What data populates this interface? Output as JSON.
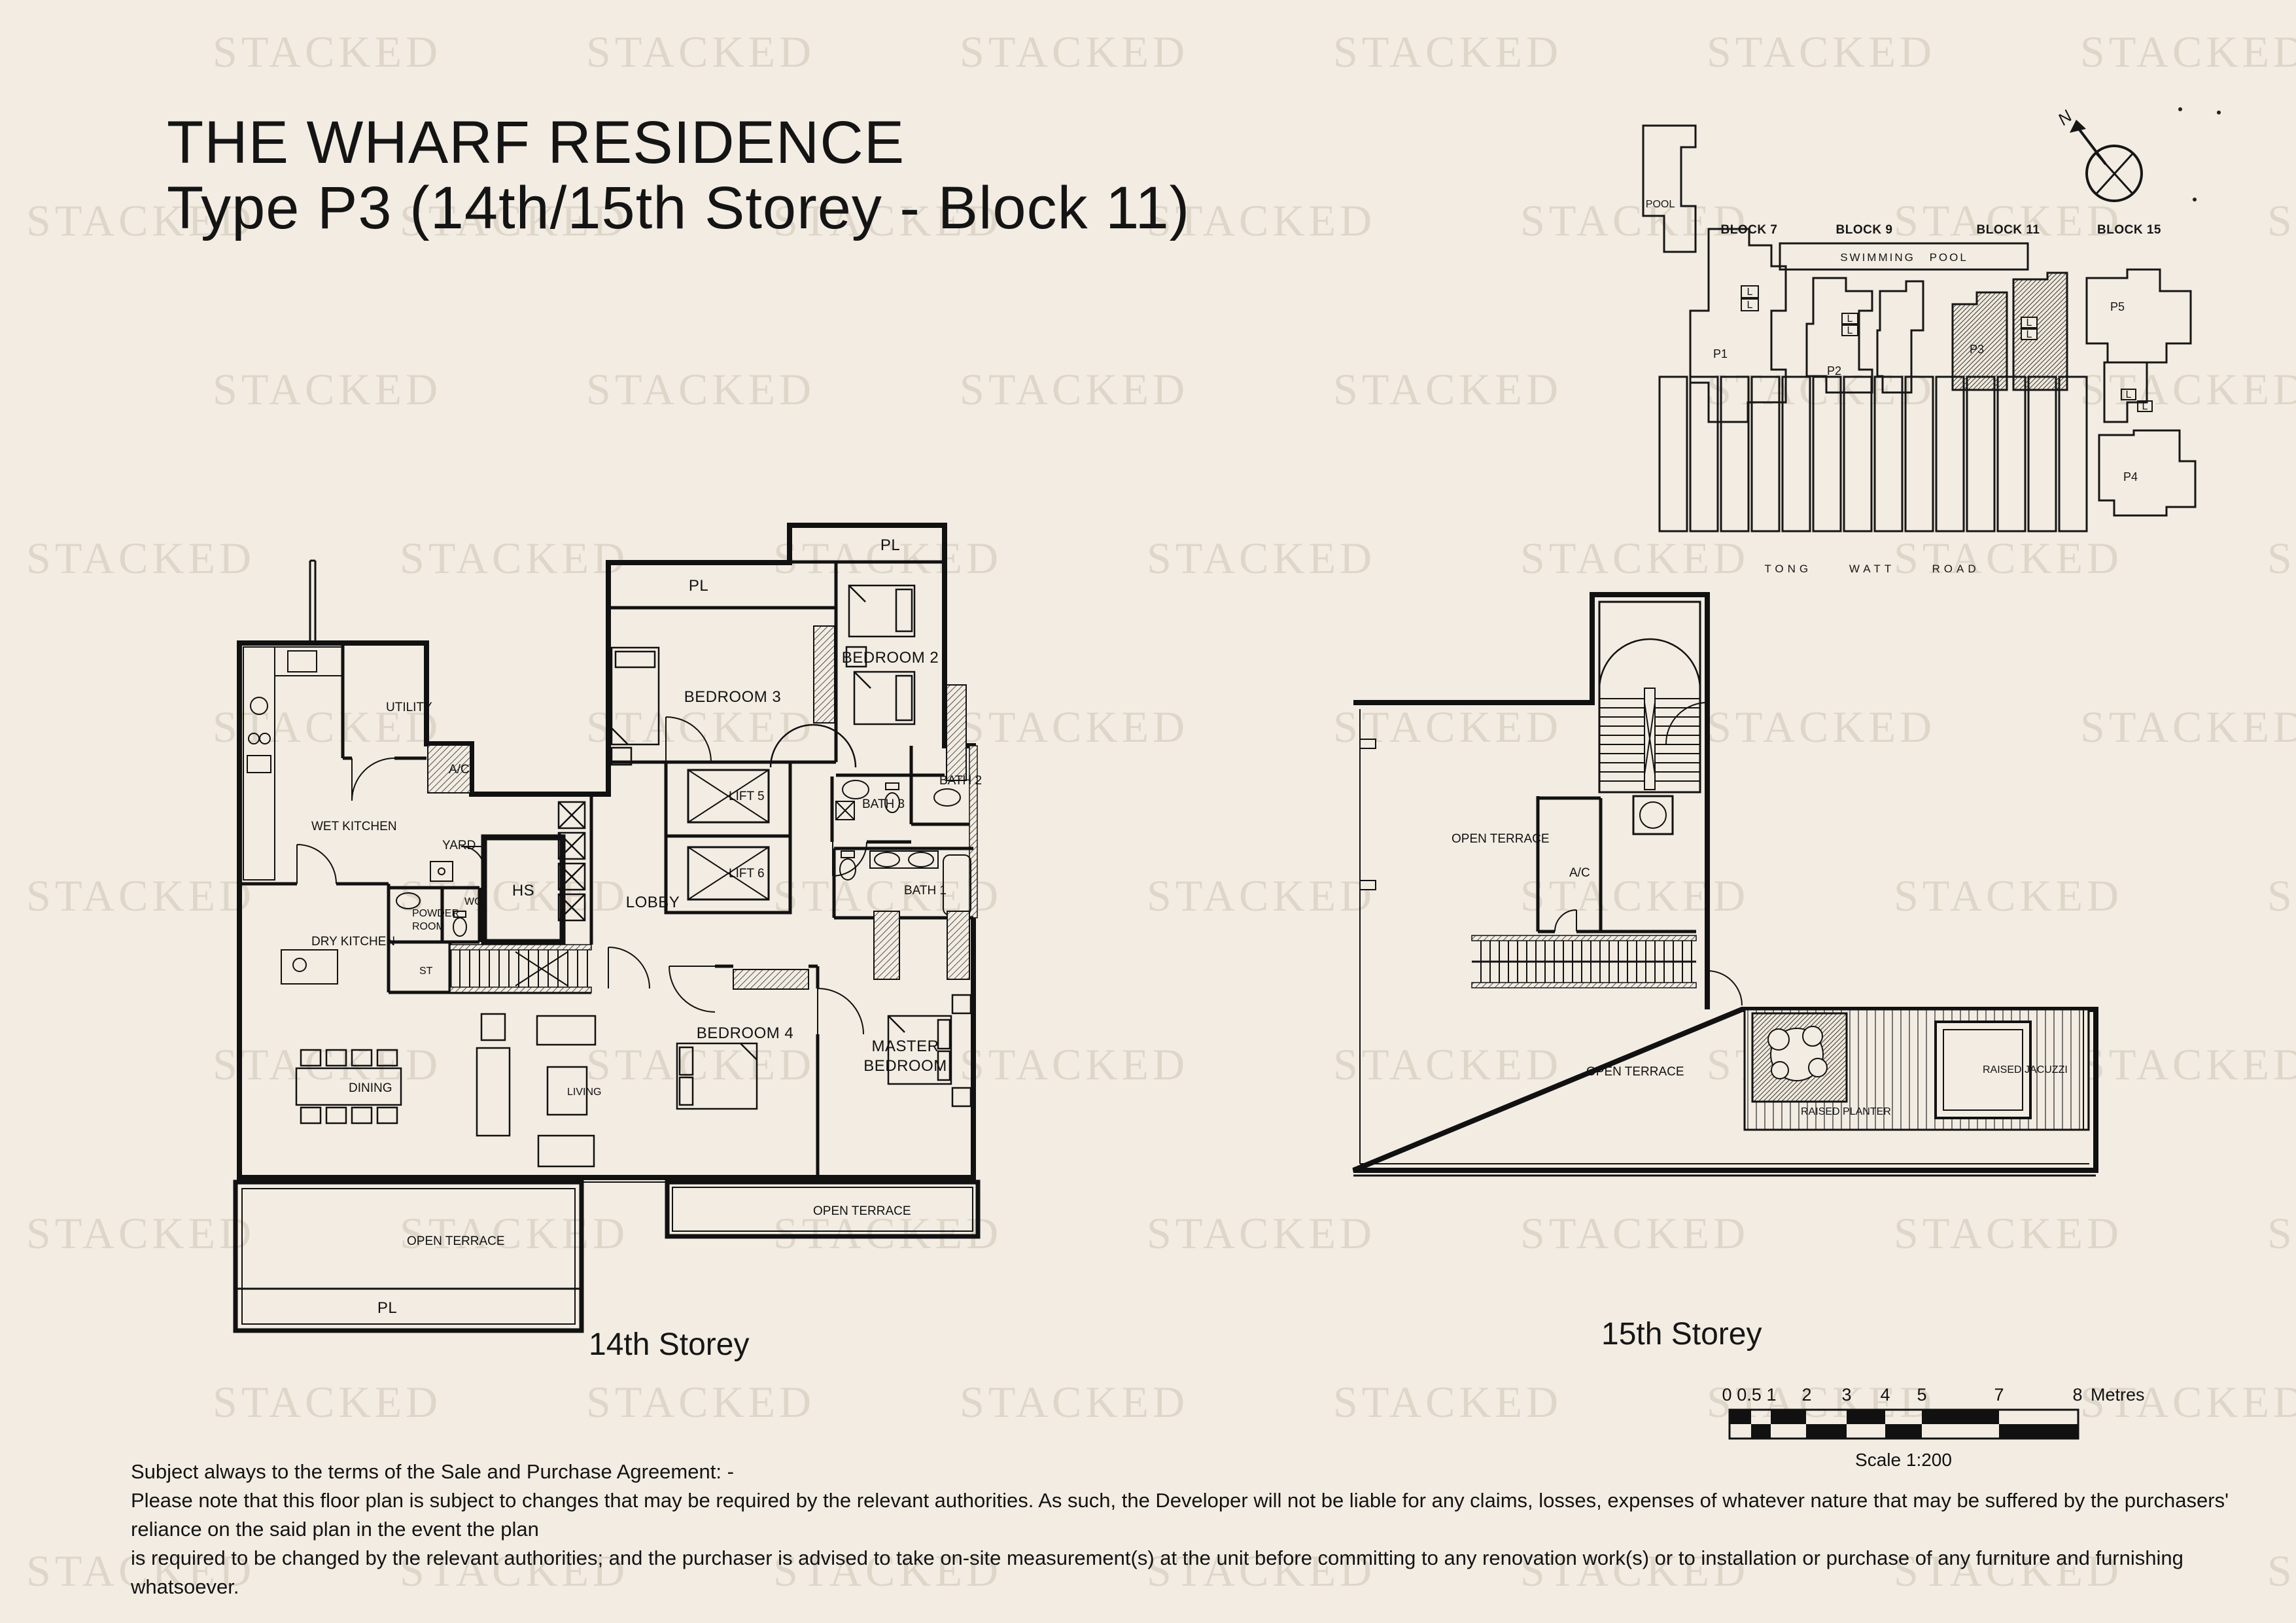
{
  "title": {
    "line1": "THE WHARF RESIDENCE",
    "line2": "Type P3 (14th/15th Storey - Block 11)"
  },
  "watermark": {
    "text": "STACKED"
  },
  "site_plan": {
    "north": "N",
    "pool": "POOL",
    "swimming_pool": "SWIMMING POOL",
    "blocks": {
      "b7": "BLOCK 7",
      "b9": "BLOCK 9",
      "b11": "BLOCK 11",
      "b15": "BLOCK 15"
    },
    "units": {
      "p1": "P1",
      "p2": "P2",
      "p3": "P3",
      "p4": "P4",
      "p5": "P5"
    },
    "lift": "L",
    "road": "TONG WATT ROAD"
  },
  "floor14": {
    "caption": "14th Storey",
    "labels": {
      "pl_top_left": "PL",
      "pl_top_right": "PL",
      "pl_bottom": "PL",
      "bedroom3": "BEDROOM 3",
      "bedroom2": "BEDROOM 2",
      "lift5": "LIFT 5",
      "lift6": "LIFT 6",
      "lobby": "LOBBY",
      "bath3": "BATH 3",
      "bath2": "BATH 2",
      "bath1": "BATH 1",
      "utility": "UTILITY",
      "ac": "A/C",
      "wet_kitchen": "WET KITCHEN",
      "yard": "YARD",
      "hs": "HS",
      "powder_1": "POWDER",
      "powder_2": "ROOM",
      "wc": "WC",
      "dry_kitchen": "DRY KITCHEN",
      "st": "ST",
      "dining": "DINING",
      "living": "LIVING",
      "bedroom4": "BEDROOM 4",
      "master_1": "MASTER",
      "master_2": "BEDROOM",
      "terrace_left": "OPEN TERRACE",
      "terrace_right": "OPEN TERRACE"
    }
  },
  "floor15": {
    "caption": "15th Storey",
    "labels": {
      "terrace_upper": "OPEN TERRACE",
      "terrace_lower": "OPEN TERRACE",
      "ac": "A/C",
      "planter": "RAISED PLANTER",
      "jacuzzi": "RAISED JACUZZI"
    }
  },
  "scalebar": {
    "t0": "0",
    "t05": "0.5",
    "t1": "1",
    "t2": "2",
    "t3": "3",
    "t4": "4",
    "t5": "5",
    "t7": "7",
    "t8": "8",
    "unit": "Metres",
    "scale": "Scale 1:200"
  },
  "disclaimer": {
    "line1": "Subject always to the terms of the Sale and Purchase Agreement: -",
    "line2": "Please note that this floor plan is subject to changes that may be required by the relevant authorities. As such, the Developer will not be liable for any claims, losses, expenses of whatever nature that may be suffered by the purchasers' reliance on the said plan in the event the plan",
    "line3": "is required to be changed by the relevant authorities; and the purchaser is advised to take on-site measurement(s) at the unit before committing to any renovation work(s) or to installation or purchase of any furniture and furnishing whatsoever."
  }
}
